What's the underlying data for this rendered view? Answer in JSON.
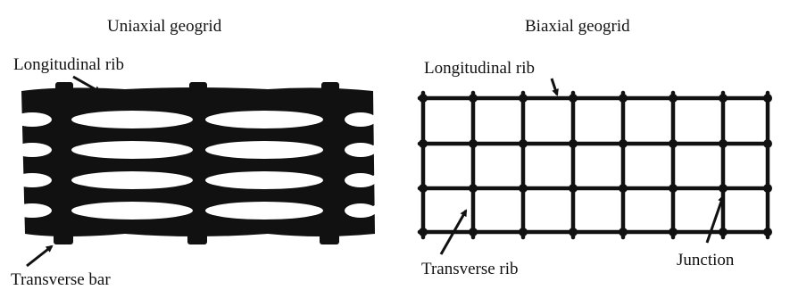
{
  "uniaxial": {
    "title": "Uniaxial geogrid",
    "label_longitudinal": "Longitudinal rib",
    "label_transverse": "Transverse bar"
  },
  "biaxial": {
    "title": "Biaxial geogrid",
    "label_longitudinal": "Longitudinal rib",
    "label_transverse": "Transverse rib",
    "label_junction": "Junction"
  },
  "colors": {
    "ink": "#111111",
    "background": "#ffffff"
  }
}
